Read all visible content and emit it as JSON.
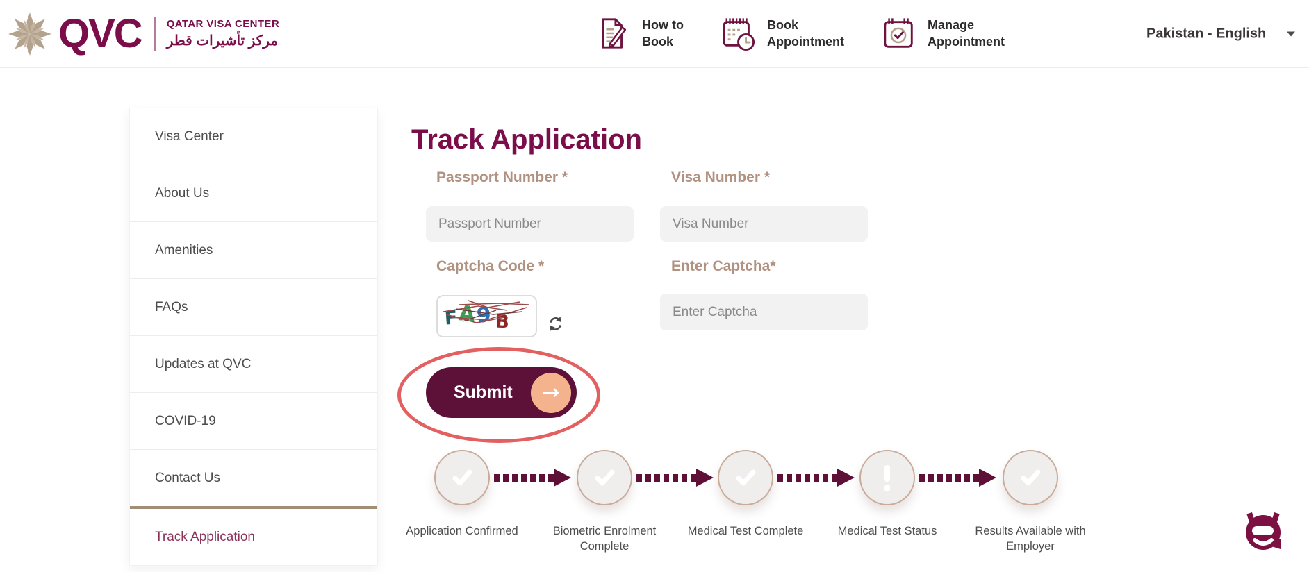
{
  "header": {
    "logo": {
      "brand": "QVC",
      "name_en": "QATAR VISA CENTER",
      "name_ar": "مركز تأشيرات قطر",
      "star_icon": "ornamental-star-icon"
    },
    "nav": [
      {
        "label_line1": "How to",
        "label_line2": "Book",
        "icon": "document-pencil-icon"
      },
      {
        "label_line1": "Book",
        "label_line2": "Appointment",
        "icon": "calendar-clock-icon"
      },
      {
        "label_line1": "Manage",
        "label_line2": "Appointment",
        "icon": "calendar-check-icon"
      }
    ],
    "language_selector": {
      "value": "Pakistan - English",
      "icon": "chevron-down-icon"
    }
  },
  "sidebar": {
    "items": [
      {
        "label": "Visa Center",
        "active": false
      },
      {
        "label": "About Us",
        "active": false
      },
      {
        "label": "Amenities",
        "active": false
      },
      {
        "label": "FAQs",
        "active": false
      },
      {
        "label": "Updates at QVC",
        "active": false
      },
      {
        "label": "COVID-19",
        "active": false
      },
      {
        "label": "Contact Us",
        "active": false
      },
      {
        "label": "Track Application",
        "active": true
      }
    ]
  },
  "main": {
    "title": "Track Application",
    "form": {
      "passport": {
        "label": "Passport Number *",
        "placeholder": "Passport Number",
        "value": ""
      },
      "visa": {
        "label": "Visa Number *",
        "placeholder": "Visa Number",
        "value": ""
      },
      "captcha": {
        "label": "Captcha Code *",
        "code": "FA9B",
        "chars": [
          {
            "char": "F",
            "color": "#1d5f66"
          },
          {
            "char": "A",
            "color": "#3e9b52"
          },
          {
            "char": "9",
            "color": "#2f6fb5"
          },
          {
            "char": "B",
            "color": "#8b2727"
          }
        ],
        "refresh_icon": "refresh-icon"
      },
      "captcha_input": {
        "label": "Enter Captcha*",
        "placeholder": "Enter Captcha",
        "value": ""
      },
      "submit_label": "Submit",
      "submit_icon": "arrow-right-icon",
      "submit_arrow_glyph": "→"
    },
    "tracker": {
      "steps": [
        {
          "label": "Application Confirmed",
          "status": "complete",
          "icon": "check-icon"
        },
        {
          "label": "Biometric Enrolment Complete",
          "status": "complete",
          "icon": "check-icon"
        },
        {
          "label": "Medical Test Complete",
          "status": "complete",
          "icon": "check-icon"
        },
        {
          "label": "Medical Test Status",
          "status": "alert",
          "icon": "exclamation-icon"
        },
        {
          "label": "Results Available with Employer",
          "status": "complete",
          "icon": "check-icon"
        }
      ]
    }
  },
  "chat_widget": {
    "icon": "chatbot-icon"
  },
  "colors": {
    "brand_maroon": "#7a0d4a",
    "button_maroon": "#5d1138",
    "tracker_maroon": "#5f1036",
    "peach_accent": "#f4b38d",
    "label_tan": "#b19180",
    "divider_tan": "#a28d76",
    "annotation_red": "#e2605f",
    "input_gray": "#f2f2f2",
    "circle_fill": "#f0eded",
    "circle_border": "#c8ab99"
  }
}
